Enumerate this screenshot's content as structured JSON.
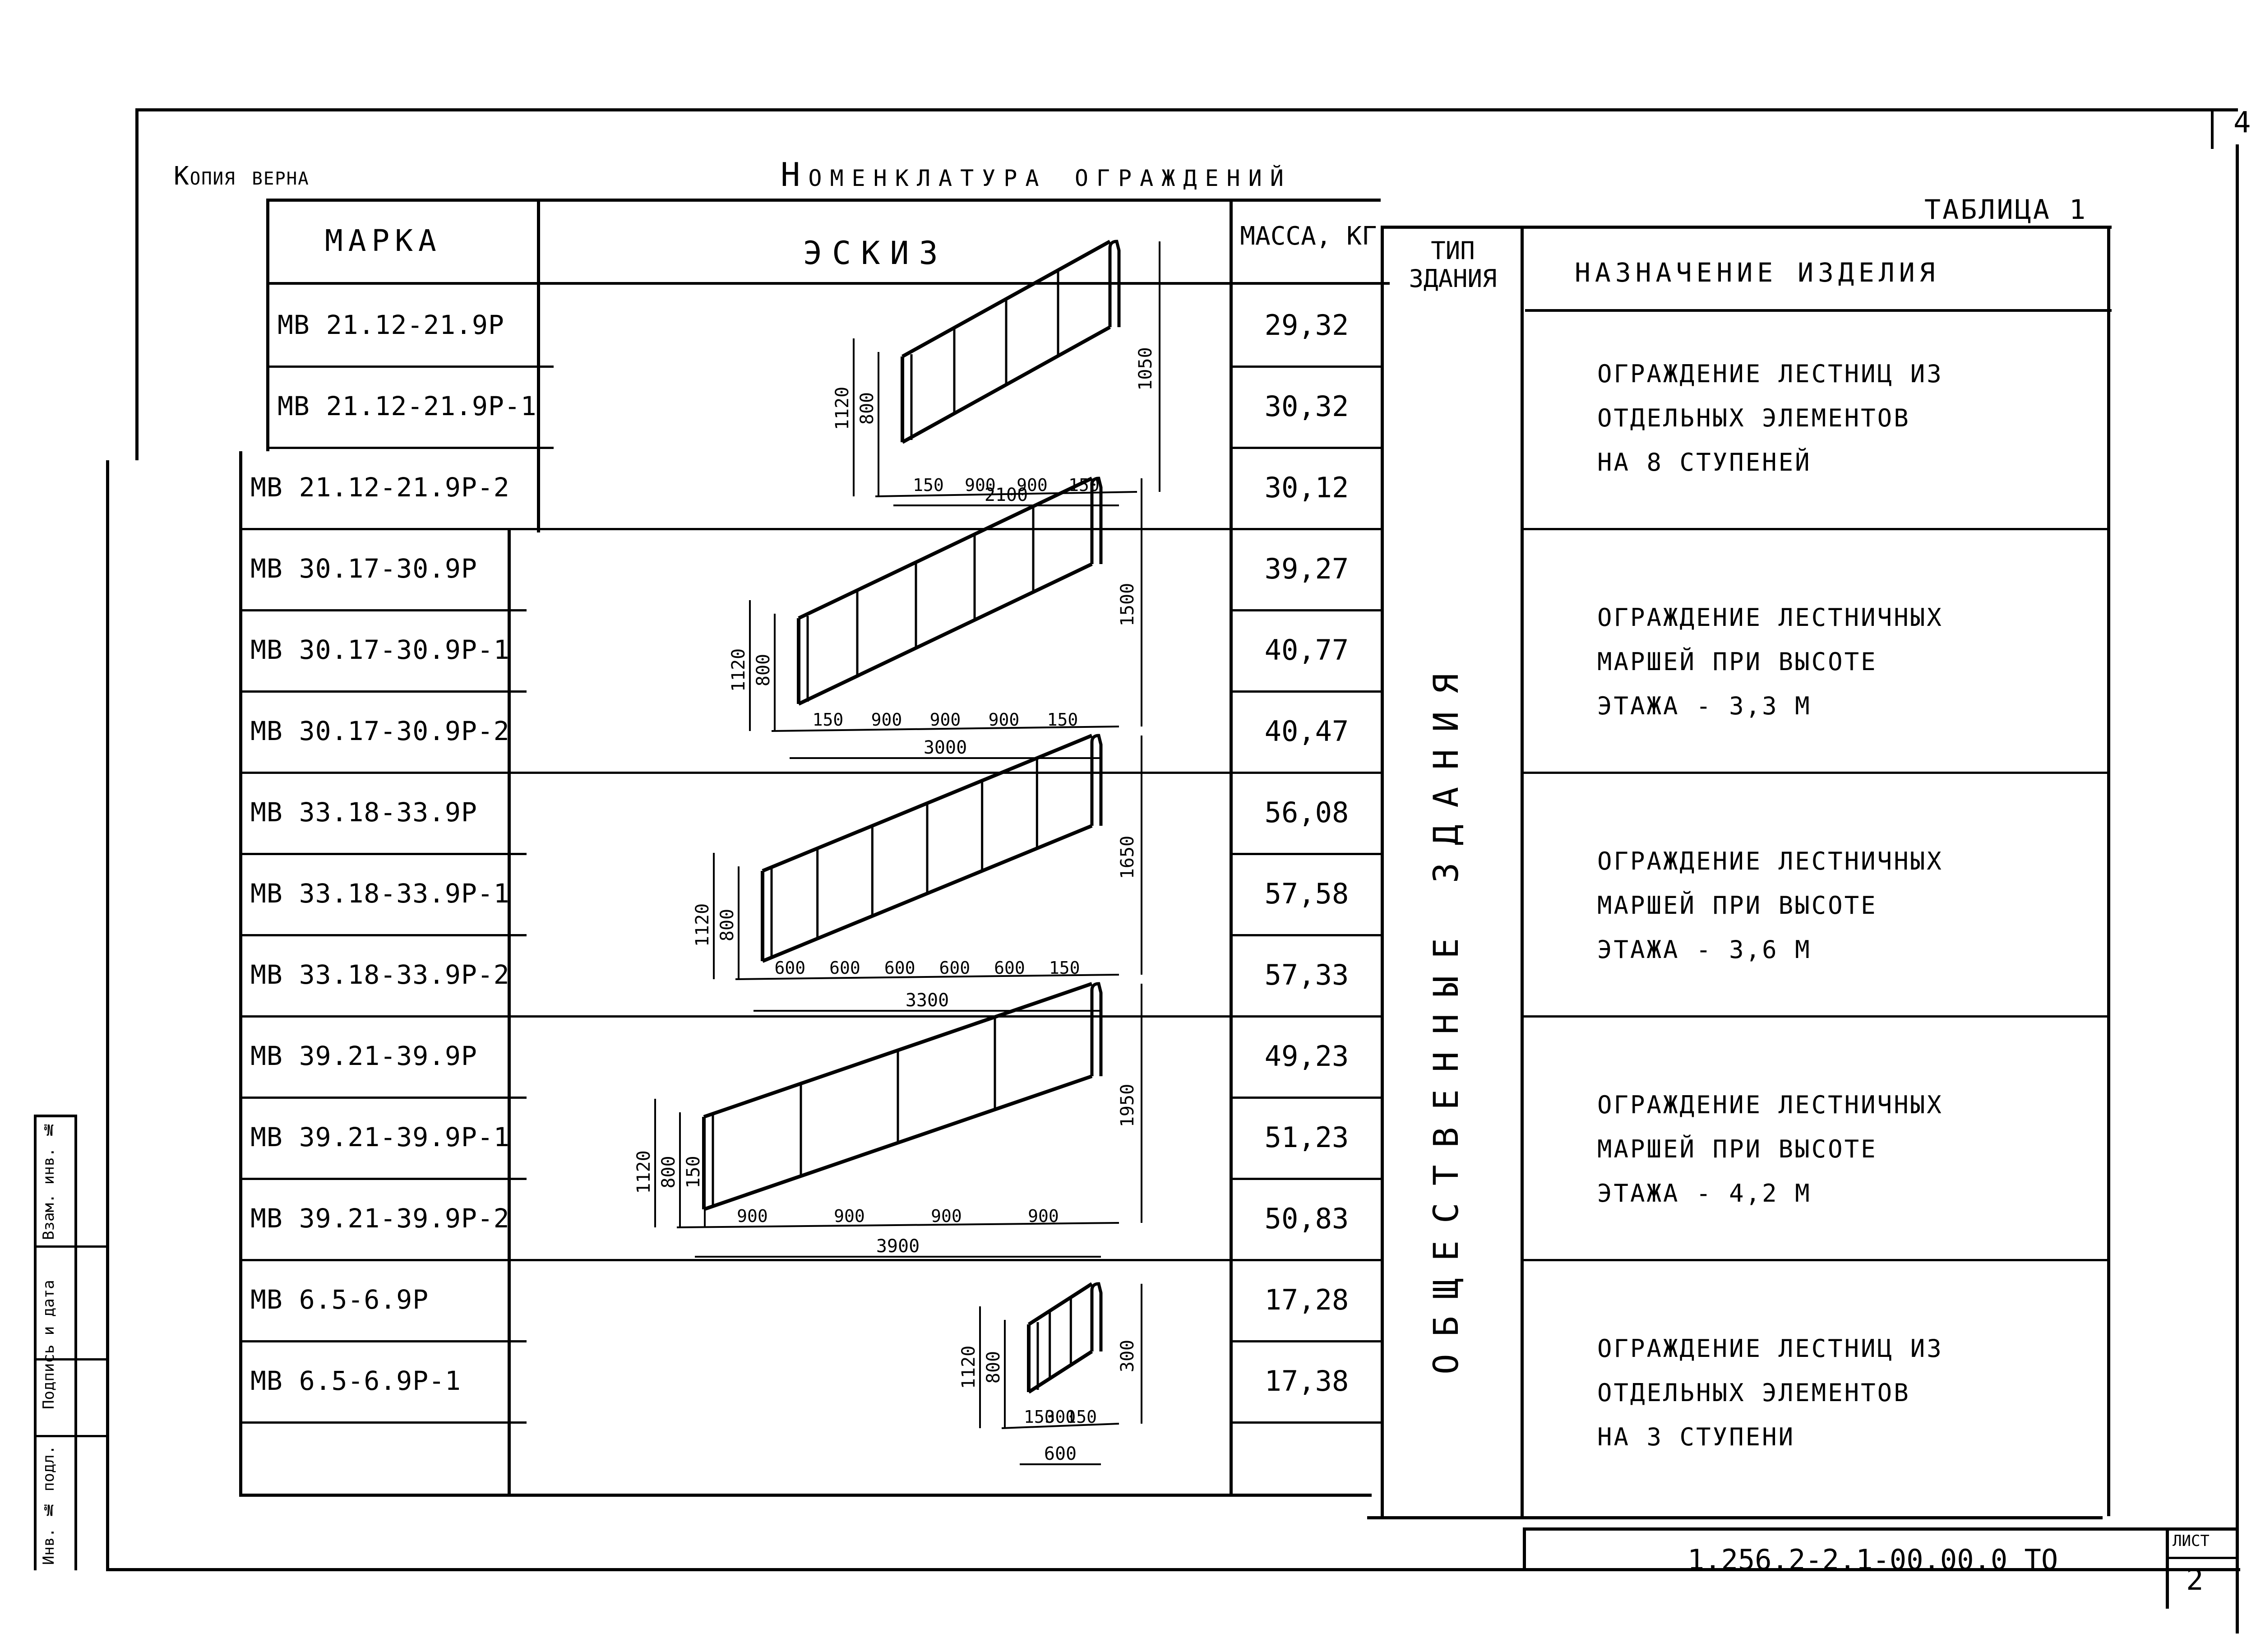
{
  "header": {
    "copy_note": "Копия верна",
    "title": "Номенклатура ограждений",
    "table_label": "Таблица 1",
    "page_corner": "4"
  },
  "columns": {
    "mark": "Марка",
    "sketch": "Эскиз",
    "mass": "Масса, кг",
    "building_type": "Тип здания",
    "purpose": "Назначение изделия"
  },
  "building_type_value": "Общественные здания",
  "rows": [
    {
      "mark": "МВ 21.12-21.9Р",
      "mass": "29,32"
    },
    {
      "mark": "МВ 21.12-21.9Р-1",
      "mass": "30,32"
    },
    {
      "mark": "МВ 21.12-21.9Р-2",
      "mass": "30,12"
    },
    {
      "mark": "МВ 30.17-30.9Р",
      "mass": "39,27"
    },
    {
      "mark": "МВ 30.17-30.9Р-1",
      "mass": "40,77"
    },
    {
      "mark": "МВ 30.17-30.9Р-2",
      "mass": "40,47"
    },
    {
      "mark": "МВ 33.18-33.9Р",
      "mass": "56,08"
    },
    {
      "mark": "МВ 33.18-33.9Р-1",
      "mass": "57,58"
    },
    {
      "mark": "МВ 33.18-33.9Р-2",
      "mass": "57,33"
    },
    {
      "mark": "МВ 39.21-39.9Р",
      "mass": "49,23"
    },
    {
      "mark": "МВ 39.21-39.9Р-1",
      "mass": "51,23"
    },
    {
      "mark": "МВ 39.21-39.9Р-2",
      "mass": "50,83"
    },
    {
      "mark": "МВ 6.5-6.9Р",
      "mass": "17,28"
    },
    {
      "mark": "МВ 6.5-6.9Р-1",
      "mass": "17,38"
    }
  ],
  "groups": [
    {
      "purpose_lines": [
        "Ограждение лестниц из",
        "отдельных элементов",
        "на 8 ступеней"
      ]
    },
    {
      "purpose_lines": [
        "Ограждение лестничных",
        "маршей при высоте",
        "этажа - 3,3 м"
      ]
    },
    {
      "purpose_lines": [
        "Ограждение лестничных",
        "маршей при высоте",
        "этажа - 3,6 м"
      ]
    },
    {
      "purpose_lines": [
        "Ограждение лестничных",
        "маршей при высоте",
        "этажа - 4,2 м"
      ]
    },
    {
      "purpose_lines": [
        "Ограждение лестниц из",
        "отдельных элементов",
        "на 3 ступени"
      ]
    }
  ],
  "sketches": [
    {
      "left_dims": [
        "1120",
        "800"
      ],
      "right_dim": "1050",
      "spans": [
        "150",
        "900",
        "900",
        "150"
      ],
      "total": "2100"
    },
    {
      "left_dims": [
        "1120",
        "800"
      ],
      "right_dim": "1500",
      "spans": [
        "150",
        "900",
        "900",
        "900",
        "150"
      ],
      "total": "3000"
    },
    {
      "left_dims": [
        "1120",
        "800"
      ],
      "right_dim": "1650",
      "spans": [
        "600",
        "600",
        "600",
        "600",
        "600",
        "150"
      ],
      "total": "3300"
    },
    {
      "left_dims": [
        "1120",
        "800",
        "150"
      ],
      "right_dim": "1950",
      "spans": [
        "900",
        "900",
        "900",
        "900"
      ],
      "total": "3900"
    },
    {
      "left_dims": [
        "1120",
        "800"
      ],
      "right_dim": "300",
      "spans": [
        "150",
        "300",
        "150"
      ],
      "total": "600"
    }
  ],
  "side_stamp": {
    "labels": [
      "Инв. № подл.",
      "Подпись и дата",
      "Взам. инв. №"
    ]
  },
  "title_block": {
    "doc_code": "1.256.2-2.1-00.00.0 ТО",
    "sheet_label": "Лист",
    "sheet_number": "2"
  }
}
